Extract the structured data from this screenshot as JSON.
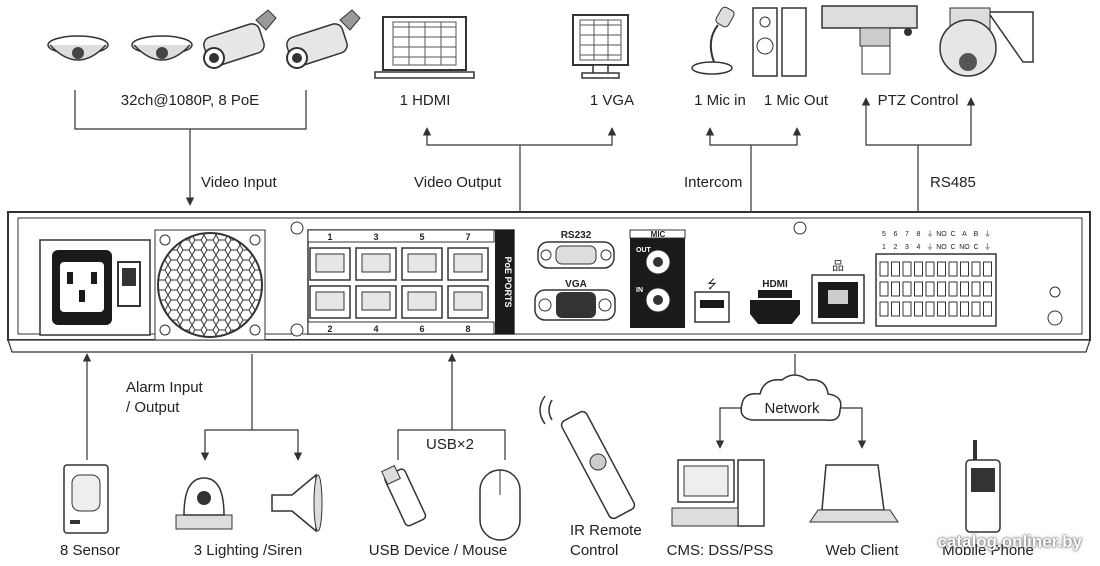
{
  "inputs_top": {
    "cameras": "32ch@1080P, 8 PoE",
    "video_input": "Video Input",
    "hdmi": "1 HDMI",
    "vga": "1 VGA",
    "video_output": "Video Output",
    "mic_in": "1 Mic in",
    "mic_out": "1 Mic Out",
    "intercom": "Intercom",
    "ptz": "PTZ Control",
    "rs485": "RS485"
  },
  "panel": {
    "poe_ports": "PoE PORTS",
    "port_numbers_top": [
      "1",
      "3",
      "5",
      "7"
    ],
    "port_numbers_bottom": [
      "2",
      "4",
      "6",
      "8"
    ],
    "rs232": "RS232",
    "vga": "VGA",
    "mic": "MIC",
    "out": "OUT",
    "in": "IN",
    "hdmi": "HDMI",
    "alarm_top": [
      "5",
      "6",
      "7",
      "8",
      "⏚",
      "NO",
      "C",
      "A",
      "B",
      "⏚"
    ],
    "alarm_bottom": [
      "1",
      "2",
      "3",
      "4",
      "⏚",
      "NO",
      "C",
      "NO",
      "C",
      "⏚"
    ]
  },
  "outputs_bottom": {
    "alarm": "Alarm Input\n/ Output",
    "usb2": "USB×2",
    "network": "Network",
    "sensor": "8 Sensor",
    "lighting": "3 Lighting /Siren",
    "usb_device": "USB Device / Mouse",
    "ir_remote": "IR Remote\nControl",
    "cms": "CMS: DSS/PSS",
    "web_client": "Web Client",
    "mobile": "Mobile Phone"
  },
  "watermark": "catalog.onliner.by",
  "colors": {
    "line": "#333333",
    "panel": "#ffffff",
    "dark": "#1a1a1a"
  }
}
